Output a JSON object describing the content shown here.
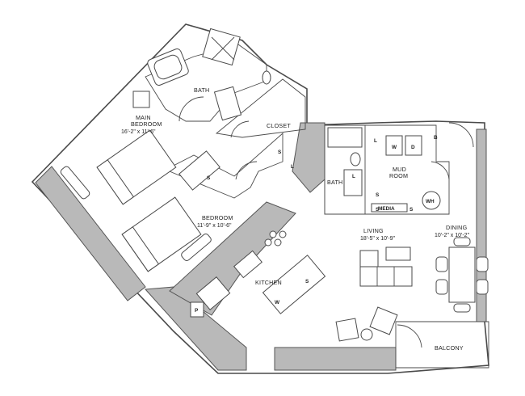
{
  "rooms": {
    "main_bedroom": {
      "name_line1": "MAIN",
      "name_line2": "BEDROOM",
      "dims": "16'-2\" x 11'-6\""
    },
    "bath_upper": {
      "name": "BATH"
    },
    "closet": {
      "name": "CLOSET"
    },
    "bedroom": {
      "name": "BEDROOM",
      "dims": "11'-9\" x 10'-6\""
    },
    "bath_center": {
      "name": "BATH"
    },
    "mud_room": {
      "name_line1": "MUD",
      "name_line2": "ROOM"
    },
    "living": {
      "name": "LIVING",
      "dims": "18'-5\" x 10'-9\""
    },
    "dining": {
      "name": "DINING",
      "dims": "10'-2\" x 10'-2\""
    },
    "kitchen": {
      "name": "KITCHEN"
    },
    "balcony": {
      "name": "BALCONY"
    }
  },
  "tags": {
    "s": "S",
    "l": "L",
    "w": "W",
    "d": "D",
    "b": "B",
    "wh": "WH",
    "media": "MEDIA",
    "p": "P"
  },
  "colors": {
    "wall_fill": "#b9b9b9",
    "line": "#4a4a4a",
    "background": "#ffffff"
  }
}
